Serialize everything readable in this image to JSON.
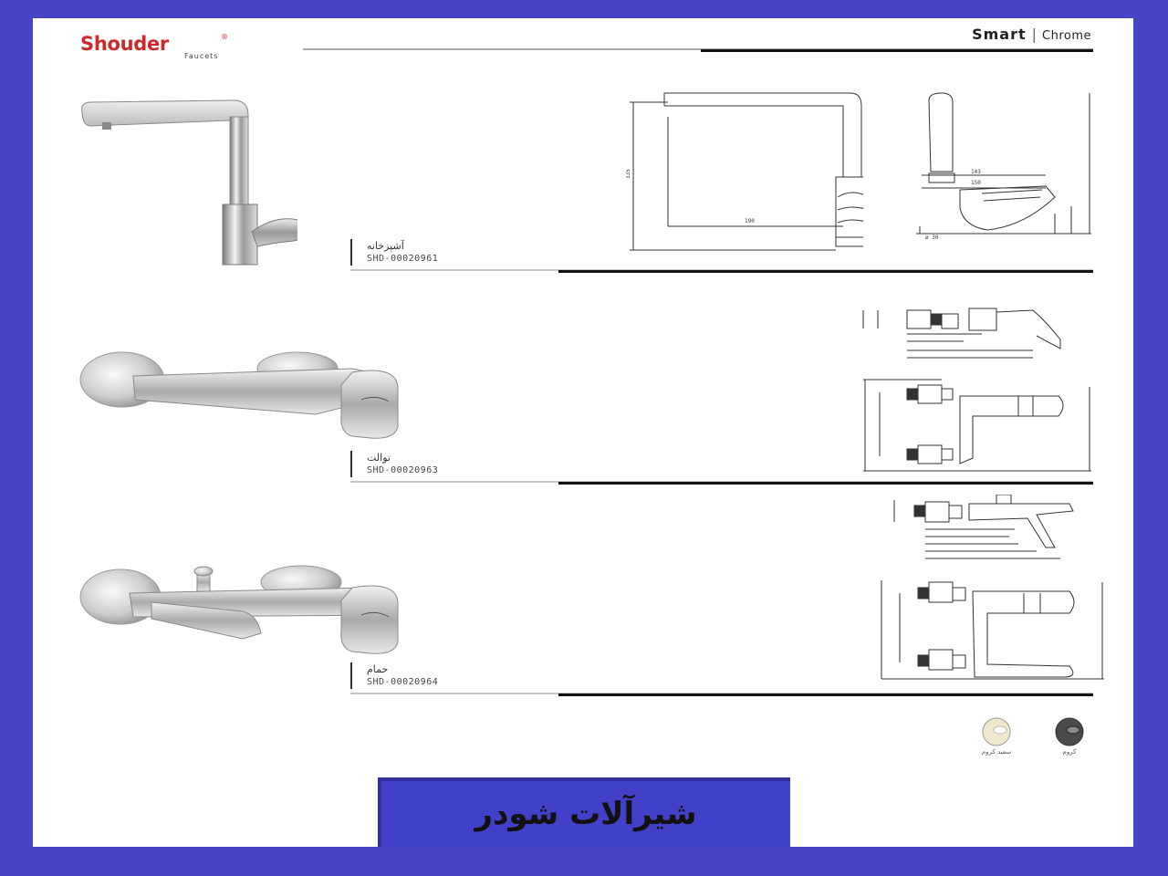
{
  "brand": {
    "name": "Shouder",
    "sub": "Faucets",
    "registered": "®",
    "color": "#cc2a2a"
  },
  "series": {
    "name": "Smart",
    "separator": "|",
    "finish": "Chrome"
  },
  "products": [
    {
      "name": "آشپزخانه",
      "code": "SHD-00020961",
      "photo_icon": "kitchen-faucet-icon"
    },
    {
      "name": "توالت",
      "code": "SHD-00020963",
      "photo_icon": "toilet-faucet-icon"
    },
    {
      "name": "حمام",
      "code": "SHD-00020964",
      "photo_icon": "bath-faucet-icon"
    }
  ],
  "swatches": [
    {
      "label": "سفید کروم",
      "color": "#efe8cc"
    },
    {
      "label": "کروم",
      "color": "#4a4a4a"
    }
  ],
  "banner": {
    "text": "شیرآلات شودر",
    "background": "#4040c8"
  },
  "page_background": "#4646c4"
}
